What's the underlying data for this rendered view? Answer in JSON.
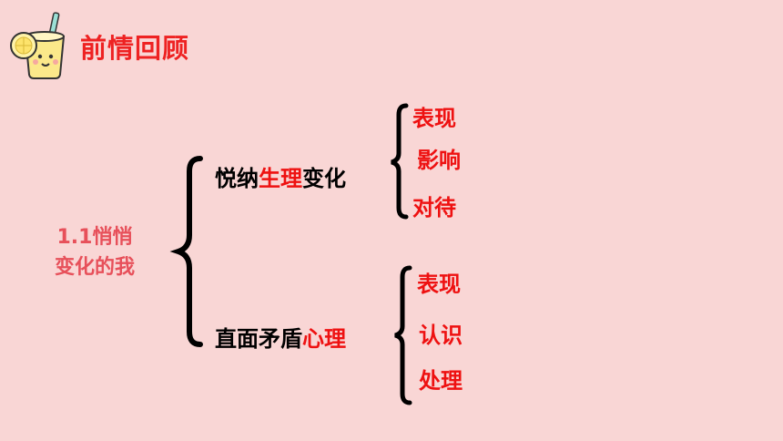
{
  "header": {
    "title": "前情回顾",
    "icon": "lemonade-cup-icon"
  },
  "diagram": {
    "root": {
      "line1": "1.1悄悄",
      "line2": "变化的我"
    },
    "branches": [
      {
        "label_prefix": "悦纳",
        "label_highlight": "生理",
        "label_suffix": "变化",
        "leaves": [
          "表现",
          "影响",
          "对待"
        ]
      },
      {
        "label_prefix": "直面矛盾",
        "label_highlight": "心理",
        "label_suffix": "",
        "leaves": [
          "表现",
          "认识",
          "处理"
        ]
      }
    ]
  },
  "colors": {
    "background": "#f9d6d5",
    "title": "#ee2222",
    "highlight": "#ee1111",
    "root": "#e7505a",
    "brace": "#000000"
  }
}
